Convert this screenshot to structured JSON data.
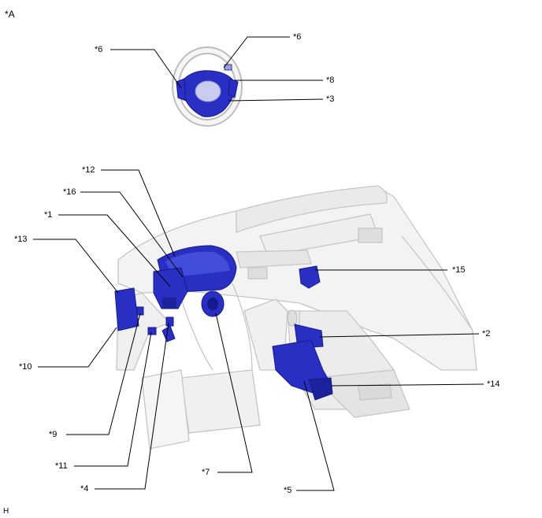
{
  "figure": {
    "view_label": "*A",
    "footer_code": "H",
    "colors": {
      "component_fill": "#2a2fc4",
      "component_dark": "#141a8a",
      "interior_stroke": "#c8c8c8",
      "interior_fill": "#f4f4f4",
      "leader_line": "#000000"
    }
  },
  "callouts": {
    "c6_left": "*6",
    "c6_right": "*6",
    "c8": "*8",
    "c3": "*3",
    "c12": "*12",
    "c16": "*16",
    "c1": "*1",
    "c13": "*13",
    "c15": "*15",
    "c2": "*2",
    "c14": "*14",
    "c10": "*10",
    "c9": "*9",
    "c11": "*11",
    "c4": "*4",
    "c7": "*7",
    "c5": "*5"
  }
}
